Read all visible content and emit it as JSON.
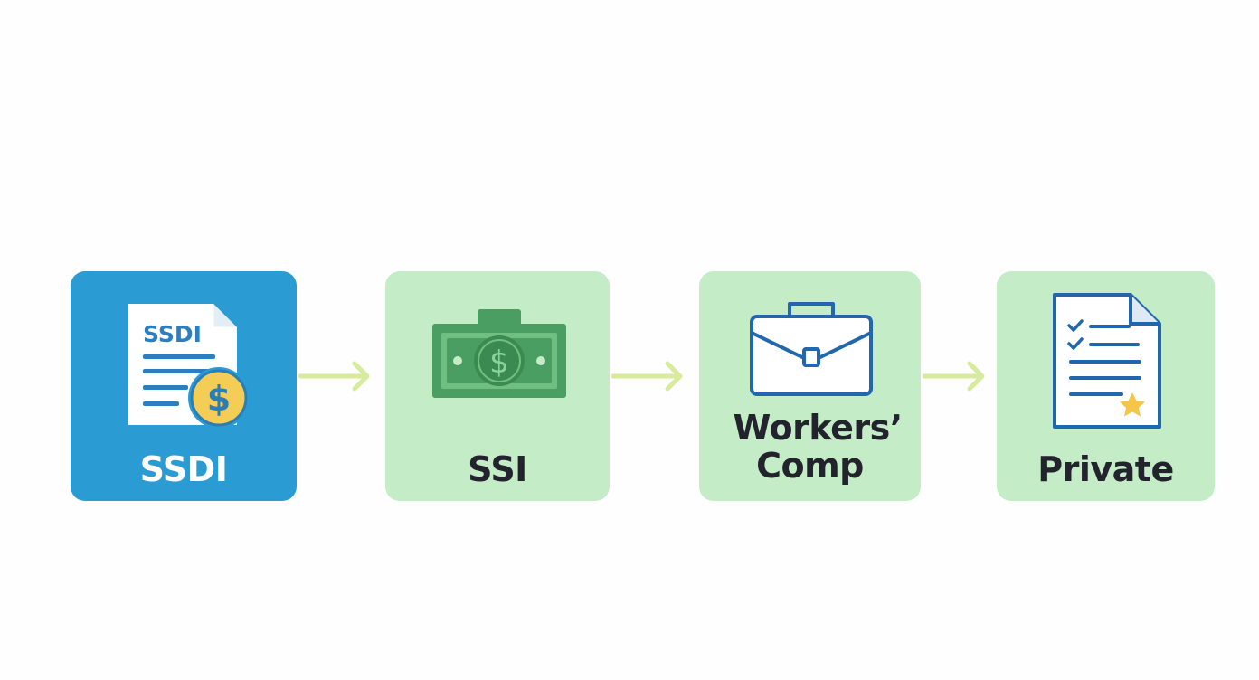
{
  "diagram": {
    "cards": [
      {
        "id": "ssdi",
        "label": "SSDI",
        "icon_text": "SSDI",
        "icon": "document-with-dollar-coin-icon",
        "color": "#2b9bd4"
      },
      {
        "id": "ssi",
        "label": "SSI",
        "icon": "cash-bill-icon",
        "color": "#c4ecc6"
      },
      {
        "id": "workers",
        "label": "Workers’ Comp",
        "icon": "briefcase-icon",
        "color": "#c4ecc6"
      },
      {
        "id": "private",
        "label": "Private",
        "icon": "checklist-document-star-icon",
        "color": "#c4ecc6"
      }
    ],
    "arrow_color": "#d6eb9c",
    "arrows": 3
  }
}
